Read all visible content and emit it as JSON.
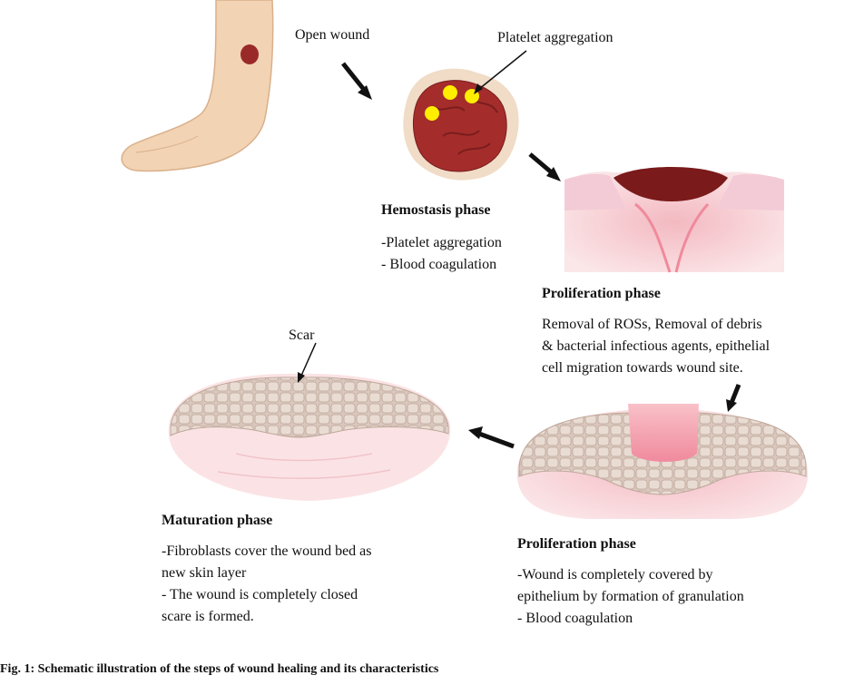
{
  "labels": {
    "open_wound": "Open wound",
    "platelet_aggregation": "Platelet aggregation",
    "scar": "Scar"
  },
  "hemostasis": {
    "title": "Hemostasis phase",
    "lines": [
      "-Platelet aggregation",
      "- Blood coagulation"
    ]
  },
  "proliferation_1": {
    "title": "Proliferation phase",
    "lines": [
      "Removal of ROSs, Removal of debris",
      "& bacterial infectious agents, epithelial",
      "cell migration towards wound site."
    ]
  },
  "proliferation_2": {
    "title": "Proliferation phase",
    "lines": [
      "-Wound is completely covered by",
      "epithelium by formation of granulation",
      "- Blood coagulation"
    ]
  },
  "maturation": {
    "title": "Maturation phase",
    "lines": [
      "-Fibroblasts cover the wound bed as",
      "new skin layer",
      "- The wound is completely closed",
      "scare is formed."
    ]
  },
  "caption": "Fig. 1: Schematic illustration of the steps of wound healing and its characteristics",
  "colors": {
    "skin": "#f0cfae",
    "wound": "#9a2a2a",
    "platelet": "#ffee00",
    "tissue_pink": "#f6d2d6",
    "epidermis": "#d7c3b7"
  }
}
